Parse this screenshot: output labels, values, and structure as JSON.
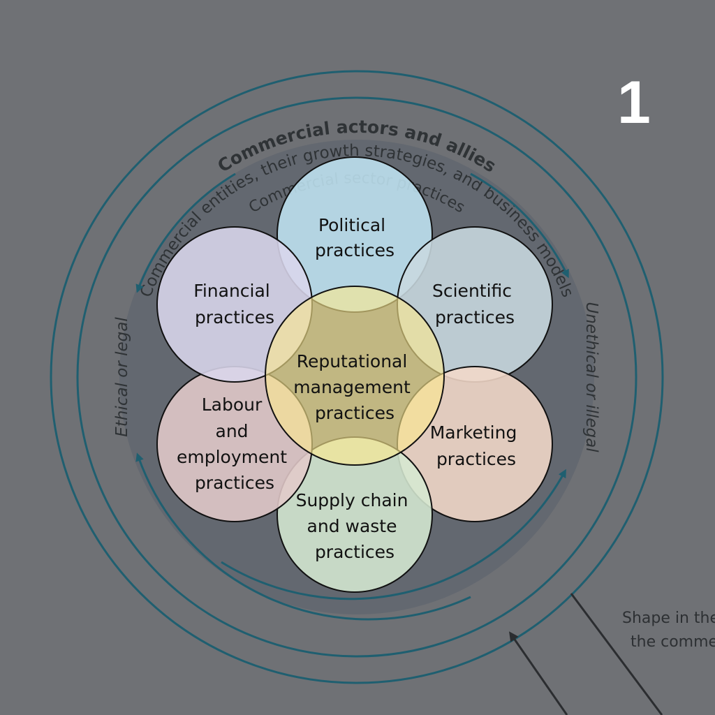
{
  "panel_number": "1",
  "outer_ring": {
    "title": "Commercial actors and allies",
    "subtitle": "Commercial entities, their growth strategies, and business models"
  },
  "inner_ring": {
    "title": "Commercial sector practices",
    "left_label": "Ethical or legal",
    "right_label": "Unethical or illegal"
  },
  "practices": {
    "political": [
      "Political",
      "practices"
    ],
    "scientific": [
      "Scientific",
      "practices"
    ],
    "marketing": [
      "Marketing",
      "practices"
    ],
    "supply_chain": [
      "Supply chain",
      "and waste",
      "practices"
    ],
    "labour": [
      "Labour",
      "and",
      "employment",
      "practices"
    ],
    "financial": [
      "Financial",
      "practices"
    ],
    "reputational": [
      "Reputational",
      "management",
      "practices"
    ]
  },
  "caption": {
    "line1": "Shape in the",
    "line2": "the comme"
  },
  "colors": {
    "background": "#6f7175",
    "inner_disc": "#636870",
    "ring_stroke": "#1f5f70",
    "political": "#bfe3f1",
    "scientific": "#c8d8df",
    "marketing": "#f2d8c8",
    "supply_chain": "#d5e8d2",
    "labour": "#e2c9c9",
    "financial": "#d9d6ec",
    "reputational": "#fbe88e"
  }
}
